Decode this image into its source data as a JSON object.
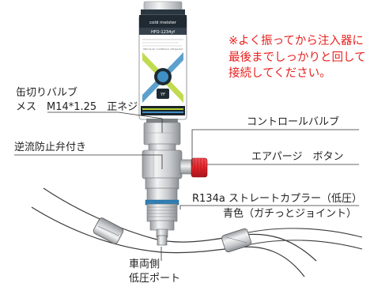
{
  "can": {
    "brand": "cold meister",
    "model": "HFO-1234yf",
    "small_print": "Vehicle air conditioner refrigerant",
    "badge": "YF"
  },
  "note": {
    "line1": "※よく振ってから注入器に",
    "line2": "最後までしっかりと回して",
    "line3": "接続してください。"
  },
  "labels": {
    "can_valve_1": "缶切りバルブ",
    "can_valve_2": "メス　M14*1.25　正ネジ",
    "control_valve": "コントロールバルブ",
    "check_valve": "逆流防止弁付き",
    "purge_button": "エアパージ　ボタン",
    "coupler_1": "R134a ストレートカプラー（低圧）",
    "coupler_2": "青色（ガチっとジョイント）",
    "port_1": "車両側",
    "port_2": "低圧ポート"
  },
  "colors": {
    "note_red": "#e8211f",
    "button_red": "#e0232a",
    "metal": "#d2d4d6",
    "can_dark": "#1f2a33",
    "can_blue": "#3f8fc5",
    "can_green": "#b6d531"
  }
}
